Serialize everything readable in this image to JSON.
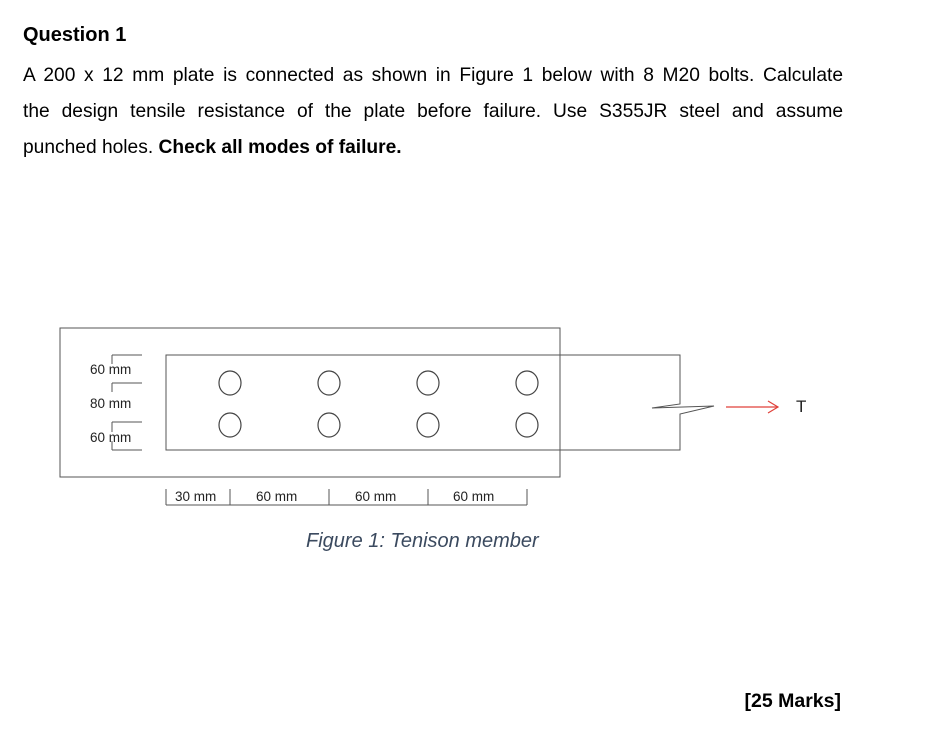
{
  "question": {
    "title": "Question 1",
    "line1": "A 200 x 12 mm plate is connected as shown in Figure 1 below with 8 M20 bolts. Calculate",
    "line2": "the design tensile resistance of the plate before failure. Use S355JR steel and assume",
    "line3_normal": "punched holes.",
    "line3_bold": "Check all modes of failure."
  },
  "figure": {
    "caption": "Figure 1: Tenison member",
    "vertical_dims": [
      "60 mm",
      "80 mm",
      "60 mm"
    ],
    "horizontal_dims": [
      "30 mm",
      "60 mm",
      "60 mm",
      "60 mm"
    ],
    "force_label": "T",
    "force_color": "#e0413a",
    "bolt_rows": 2,
    "bolt_columns": 4
  },
  "marks": "[25 Marks]"
}
